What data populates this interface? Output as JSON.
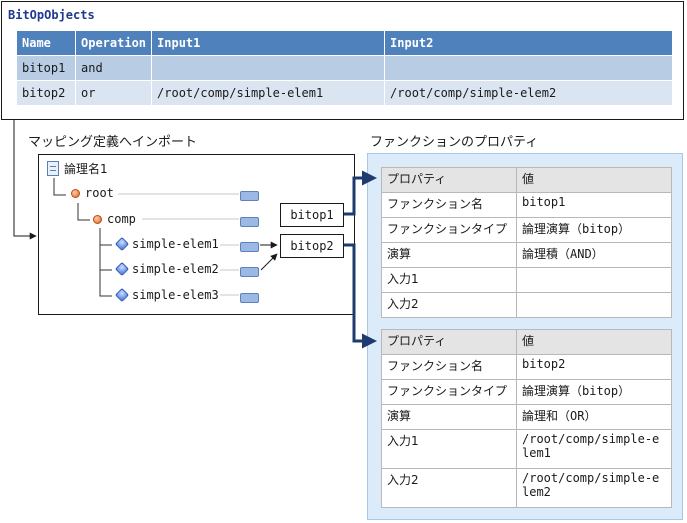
{
  "bitop": {
    "title": "BitOpObjects",
    "headers": [
      "Name",
      "Operation",
      "Input1",
      "Input2"
    ],
    "rows": [
      [
        "bitop1",
        "and",
        "",
        ""
      ],
      [
        "bitop2",
        "or",
        "/root/comp/simple-elem1",
        "/root/comp/simple-elem2"
      ]
    ]
  },
  "labels": {
    "mapping_import": "マッピング定義へインポート",
    "function_props": "ファンクションのプロパティ"
  },
  "tree": {
    "root_name": "論理名1",
    "nodes": [
      "root",
      "comp",
      "simple-elem1",
      "simple-elem2",
      "simple-elem3"
    ]
  },
  "functions": [
    "bitop1",
    "bitop2"
  ],
  "props1": {
    "header": [
      "プロパティ",
      "値"
    ],
    "rows": [
      [
        "ファンクション名",
        "bitop1"
      ],
      [
        "ファンクションタイプ",
        "論理演算（bitop）"
      ],
      [
        "演算",
        "論理積（AND）"
      ],
      [
        "入力1",
        ""
      ],
      [
        "入力2",
        ""
      ]
    ]
  },
  "props2": {
    "header": [
      "プロパティ",
      "値"
    ],
    "rows": [
      [
        "ファンクション名",
        "bitop2"
      ],
      [
        "ファンクションタイプ",
        "論理演算（bitop）"
      ],
      [
        "演算",
        "論理和（OR）"
      ],
      [
        "入力1",
        "/root/comp/simple-elem1"
      ],
      [
        "入力2",
        "/root/comp/simple-elem2"
      ]
    ]
  },
  "colors": {
    "table_header": "#4f81bd",
    "row_dark": "#b8cce4",
    "row_light": "#dbe5f1",
    "title_text": "#1d3a8f",
    "connector": "#1f3a6e"
  }
}
